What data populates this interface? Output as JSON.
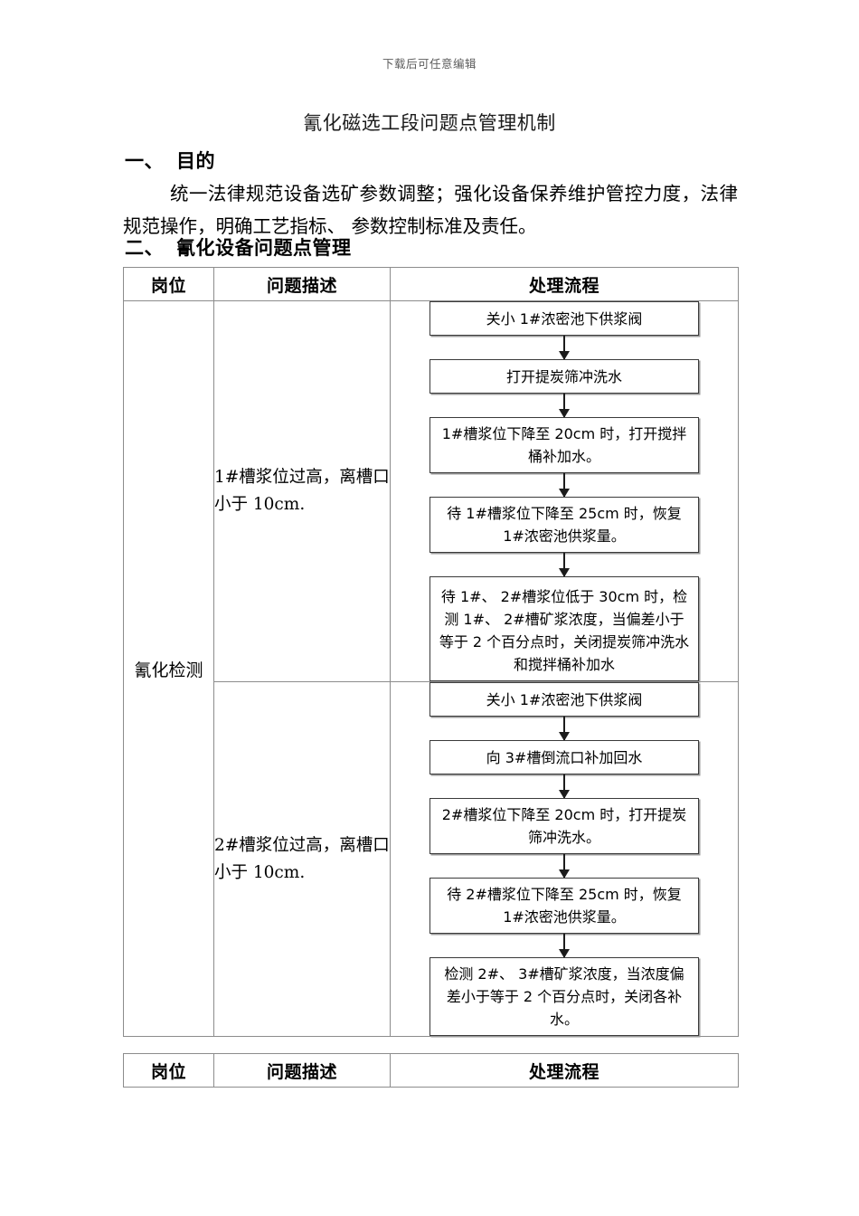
{
  "header": {
    "running_text": "下载后可任意编辑"
  },
  "title": "氰化磁选工段问题点管理机制",
  "sections": {
    "one": {
      "number": "一、",
      "heading": "目的"
    },
    "one_body": "统一法律规范设备选矿参数调整；强化设备保养维护管控力度，法律规范操作，明确工艺指标、 参数控制标准及责任。",
    "two": {
      "number": "二、",
      "heading": "氰化设备问题点管理"
    }
  },
  "table": {
    "headers": [
      "岗位",
      "问题描述",
      "处理流程"
    ],
    "position_label": "氰化检测",
    "rows": [
      {
        "problem": "1#槽浆位过高，离槽口小于 10cm.",
        "flow": [
          "关小 1#浓密池下供浆阀",
          "打开提炭筛冲洗水",
          "1#槽浆位下降至 20cm 时，打开搅拌桶补加水。",
          "待 1#槽浆位下降至 25cm 时，恢复 1#浓密池供浆量。",
          "待 1#、 2#槽浆位低于 30cm 时，检测 1#、 2#槽矿浆浓度，当偏差小于等于 2 个百分点时，关闭提炭筛冲洗水和搅拌桶补加水"
        ]
      },
      {
        "problem": "2#槽浆位过高，离槽口小于 10cm.",
        "flow": [
          "关小 1#浓密池下供浆阀",
          "向 3#槽倒流口补加回水",
          "2#槽浆位下降至 20cm 时，打开提炭筛冲洗水。",
          "待 2#槽浆位下降至 25cm 时，恢复 1#浓密池供浆量。",
          "检测 2#、 3#槽矿浆浓度，当浓度偏差小于等于 2 个百分点时，关闭各补水。"
        ]
      }
    ]
  },
  "bottom_table": {
    "headers": [
      "岗位",
      "问题描述",
      "处理流程"
    ]
  },
  "colors": {
    "page_background": "#ffffff",
    "text": "#000000",
    "header_text": "#5c5c5c",
    "table_border": "#8c8c8c",
    "box_border": "#3a3a3a",
    "box_shadow": "#9a9a9a",
    "arrow": "#1c1c1c"
  }
}
